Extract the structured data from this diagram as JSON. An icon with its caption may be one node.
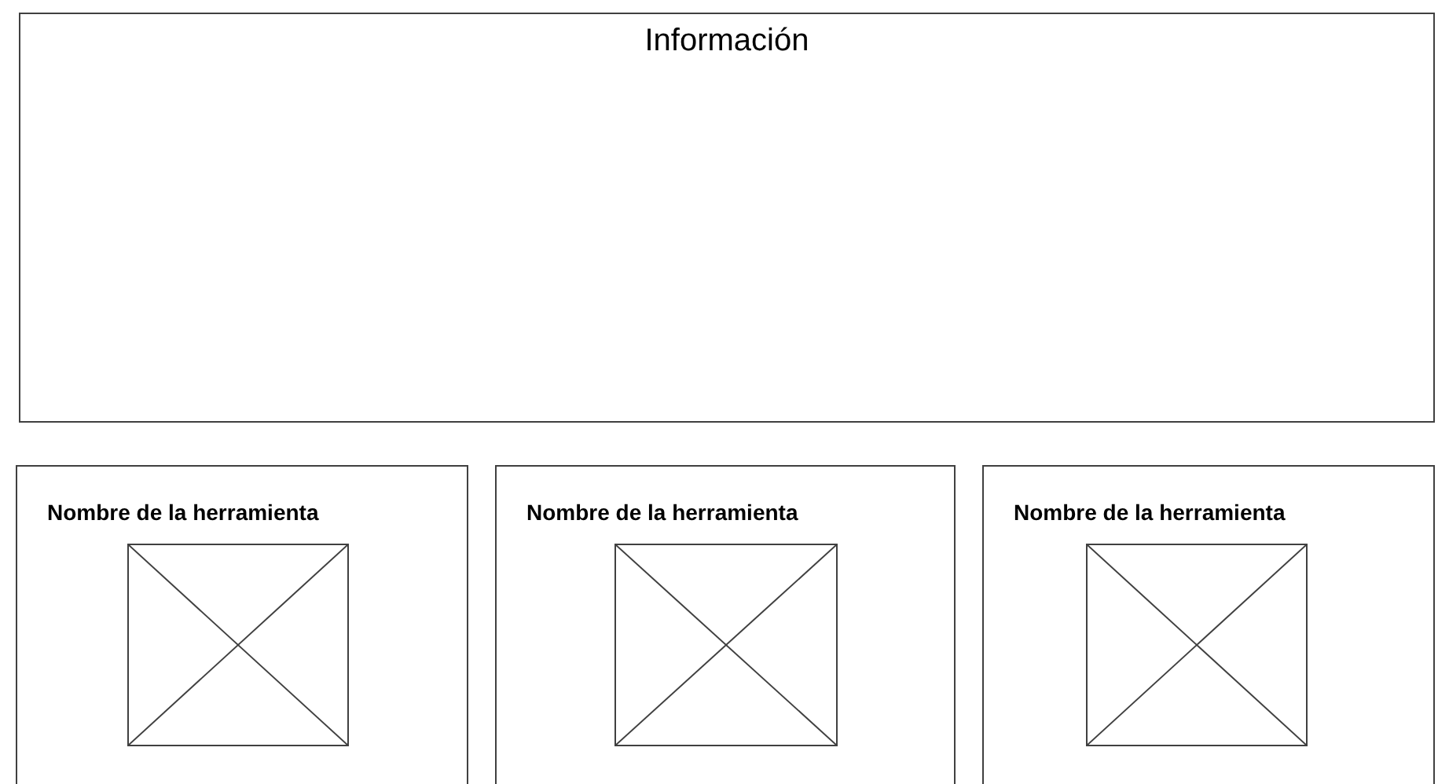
{
  "diagram": {
    "nodes": [
      {
        "text": [
          "Información"
        ]
      },
      {
        "text": [
          "Nombre de la herramienta"
        ]
      },
      {
        "text": [
          "Nombre de la herramienta"
        ]
      },
      {
        "text": [
          "Nombre de la herramienta"
        ]
      },
      {
        "text": [],
        "shape": "box",
        "in": 1
      },
      {
        "text": [],
        "shape": "box",
        "in": 2
      },
      {
        "text": [],
        "shape": "box",
        "in": 3
      }
    ]
  }
}
